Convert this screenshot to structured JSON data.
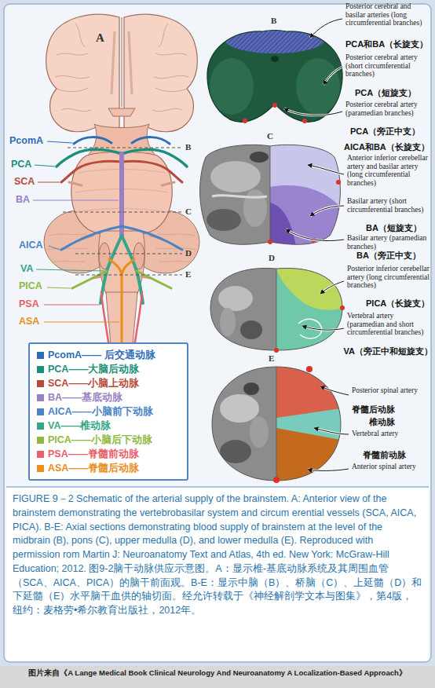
{
  "diagram": {
    "caption": "FIGURE 9－2 Schematic of the arterial supply of the brainstem. A: Anterior view of the brainstem demonstrating the vertebrobasilar system and circum erential vessels (SCA, AICA, PICA). B-E: Axial sections demonstrating blood supply of brainstem at the level of the midbrain (B), pons (C), upper medulla (D), and lower medulla (E). Reproduced with permission rom Martin J: Neuroanatomy Text and Atlas, 4th ed. New York: McGraw-Hill Education; 2012. 图9-2脑干动脉供应示意图。A：显示椎-基底动脉系统及其周围血管（SCA、AICA、PICA）的脑干前面观。B-E：显示中脑（B）、桥脑（C）、上延髓（D）和下延髓（E）水平脑干血供的轴切面。经允许转载于《神经解剖学文本与图集》，第4版，纽约：麦格劳•希尔教育出版社，2012年。",
    "labels": [
      "A",
      "PcomA",
      "PCA",
      "SCA",
      "BA",
      "AICA",
      "VA",
      "PICA",
      "PSA",
      "ASA",
      "B",
      "C",
      "D",
      "E",
      "B",
      "Posterior cerebral and basilar arteries (long circumferential branches)",
      "PCA和BA（长旋支）",
      "Posterior cerebral artery (short circumferential branches)",
      "PCA（短旋支）",
      "Posterior cerebral artery (paramedian branches)",
      "PCA（旁正中支）",
      "C",
      "Anterior inferior cerebellar artery and basilar artery (long circumferential branches)",
      "AICA和BA（长旋支）",
      "Basilar artery (short circumferential branches)",
      "BA（短旋支）",
      "Basilar artery (paramedian branches)",
      "BA（旁正中支）",
      "D",
      "Posterior inferior cerebellar artery (long circumferential branches)",
      "PICA（长旋支）",
      "Vertebral artery (paramedian and short circumferential branches)",
      "VA（旁正中和短旋支）",
      "E",
      "Posterior spinal artery",
      "脊髓后动脉",
      "椎动脉",
      "Vertebral artery",
      "脊髓前动脉",
      "Anterior spinal artery",
      "图片来自《A Lange Medical Book Clinical Neurology And Neuroanatomy A Localization-Based Approach》"
    ],
    "legend": [
      {
        "text": "PcomA—— 后交通动脉",
        "color": "#2f6db5"
      },
      {
        "text": "PCA——大脑后动脉",
        "color": "#1a8f7a"
      },
      {
        "text": "SCA——小脑上动脉",
        "color": "#b84a3a"
      },
      {
        "text": "BA——基底动脉",
        "color": "#9a7fc4"
      },
      {
        "text": "AICA——小脑前下动脉",
        "color": "#4a83c4"
      },
      {
        "text": "VA——椎动脉",
        "color": "#36a58a"
      },
      {
        "text": "PICA——小脑后下动脉",
        "color": "#8fb83e"
      },
      {
        "text": "PSA——脊髓前动脉",
        "color": "#e8606a"
      },
      {
        "text": "ASA——脊髓后动脉",
        "color": "#e8901a"
      }
    ]
  }
}
